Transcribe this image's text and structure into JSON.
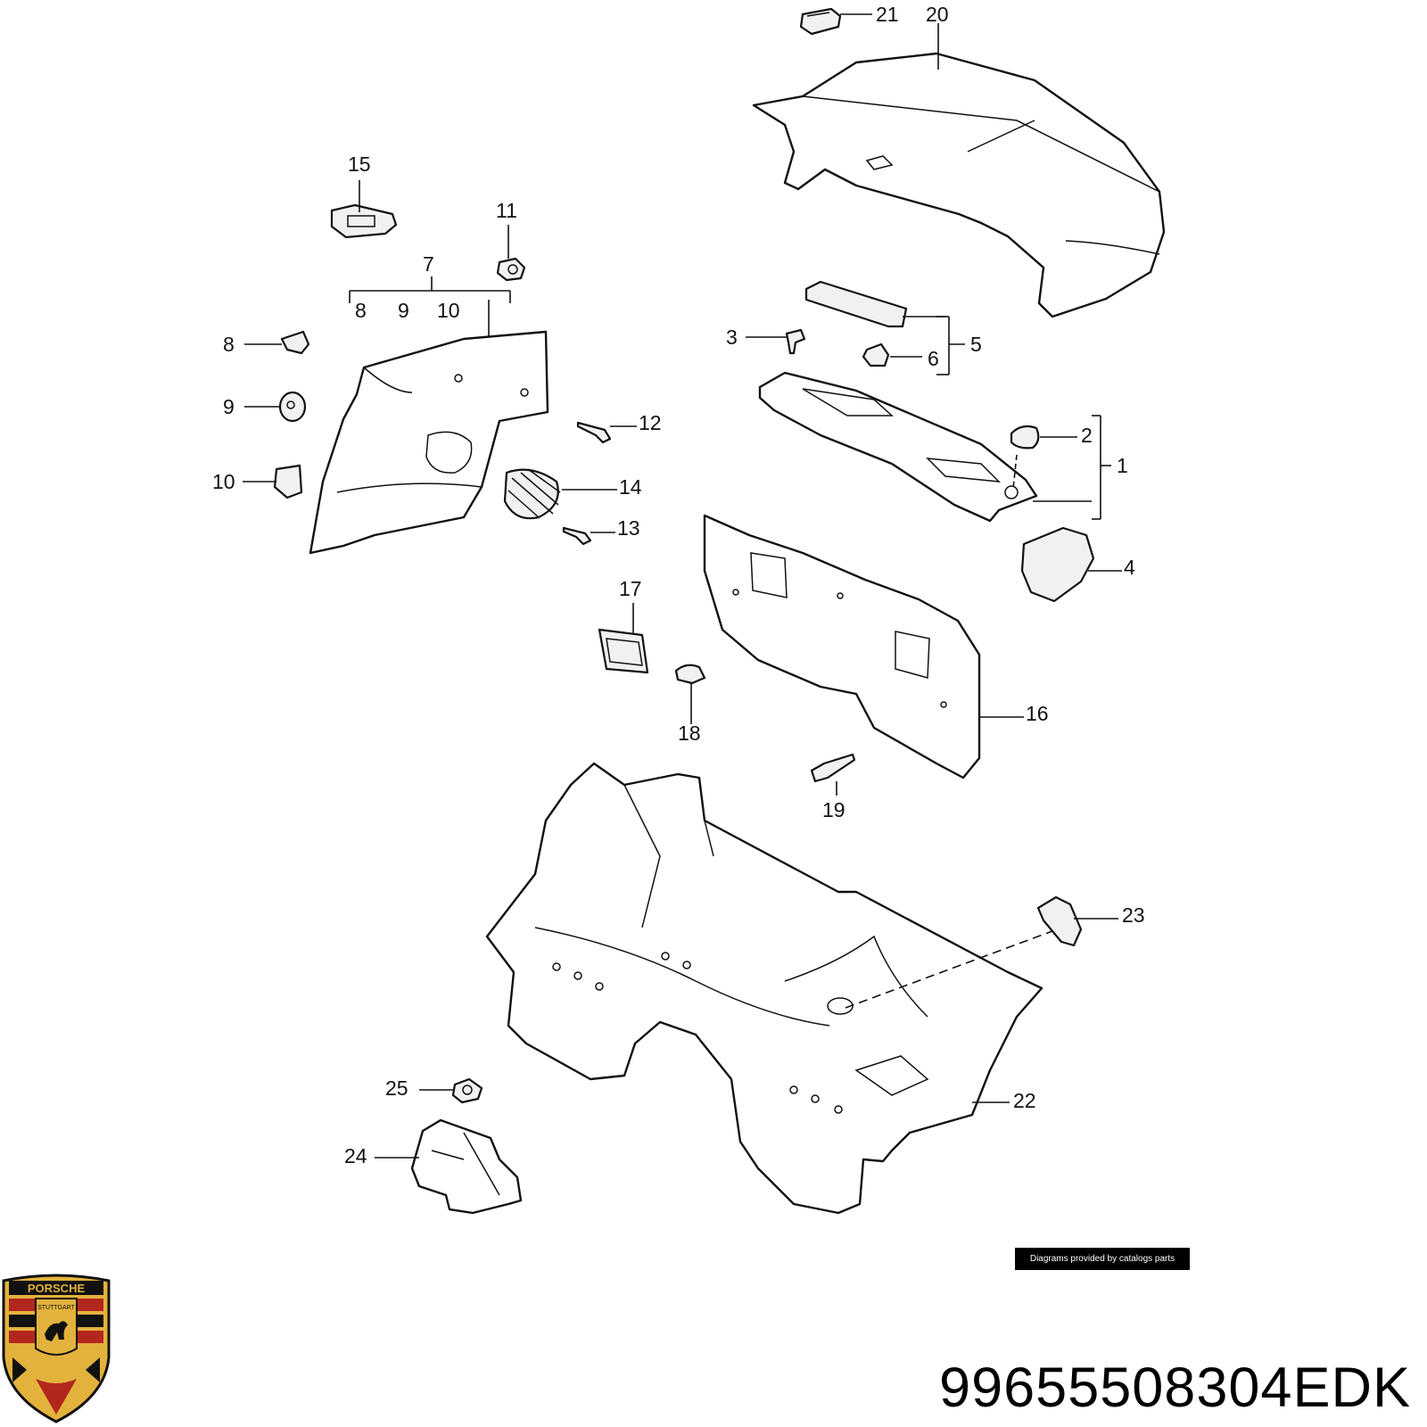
{
  "diagram": {
    "callouts": [
      "1",
      "2",
      "3",
      "4",
      "5",
      "6",
      "7",
      "8",
      "9",
      "10",
      "11",
      "12",
      "13",
      "14",
      "15",
      "16",
      "17",
      "18",
      "19",
      "20",
      "21",
      "22",
      "23",
      "24",
      "25"
    ],
    "sub_callouts": {
      "group_7": [
        "8",
        "9",
        "10"
      ]
    }
  },
  "credit": "Diagrams provided by catalogs parts",
  "part_number": "99655508304EDK",
  "logo": {
    "name": "porsche-crest-icon",
    "text": "PORSCHE",
    "subtext": "STUTTGART",
    "colors": {
      "gold": "#e3b23c",
      "red": "#b3261e",
      "black": "#111111"
    }
  }
}
